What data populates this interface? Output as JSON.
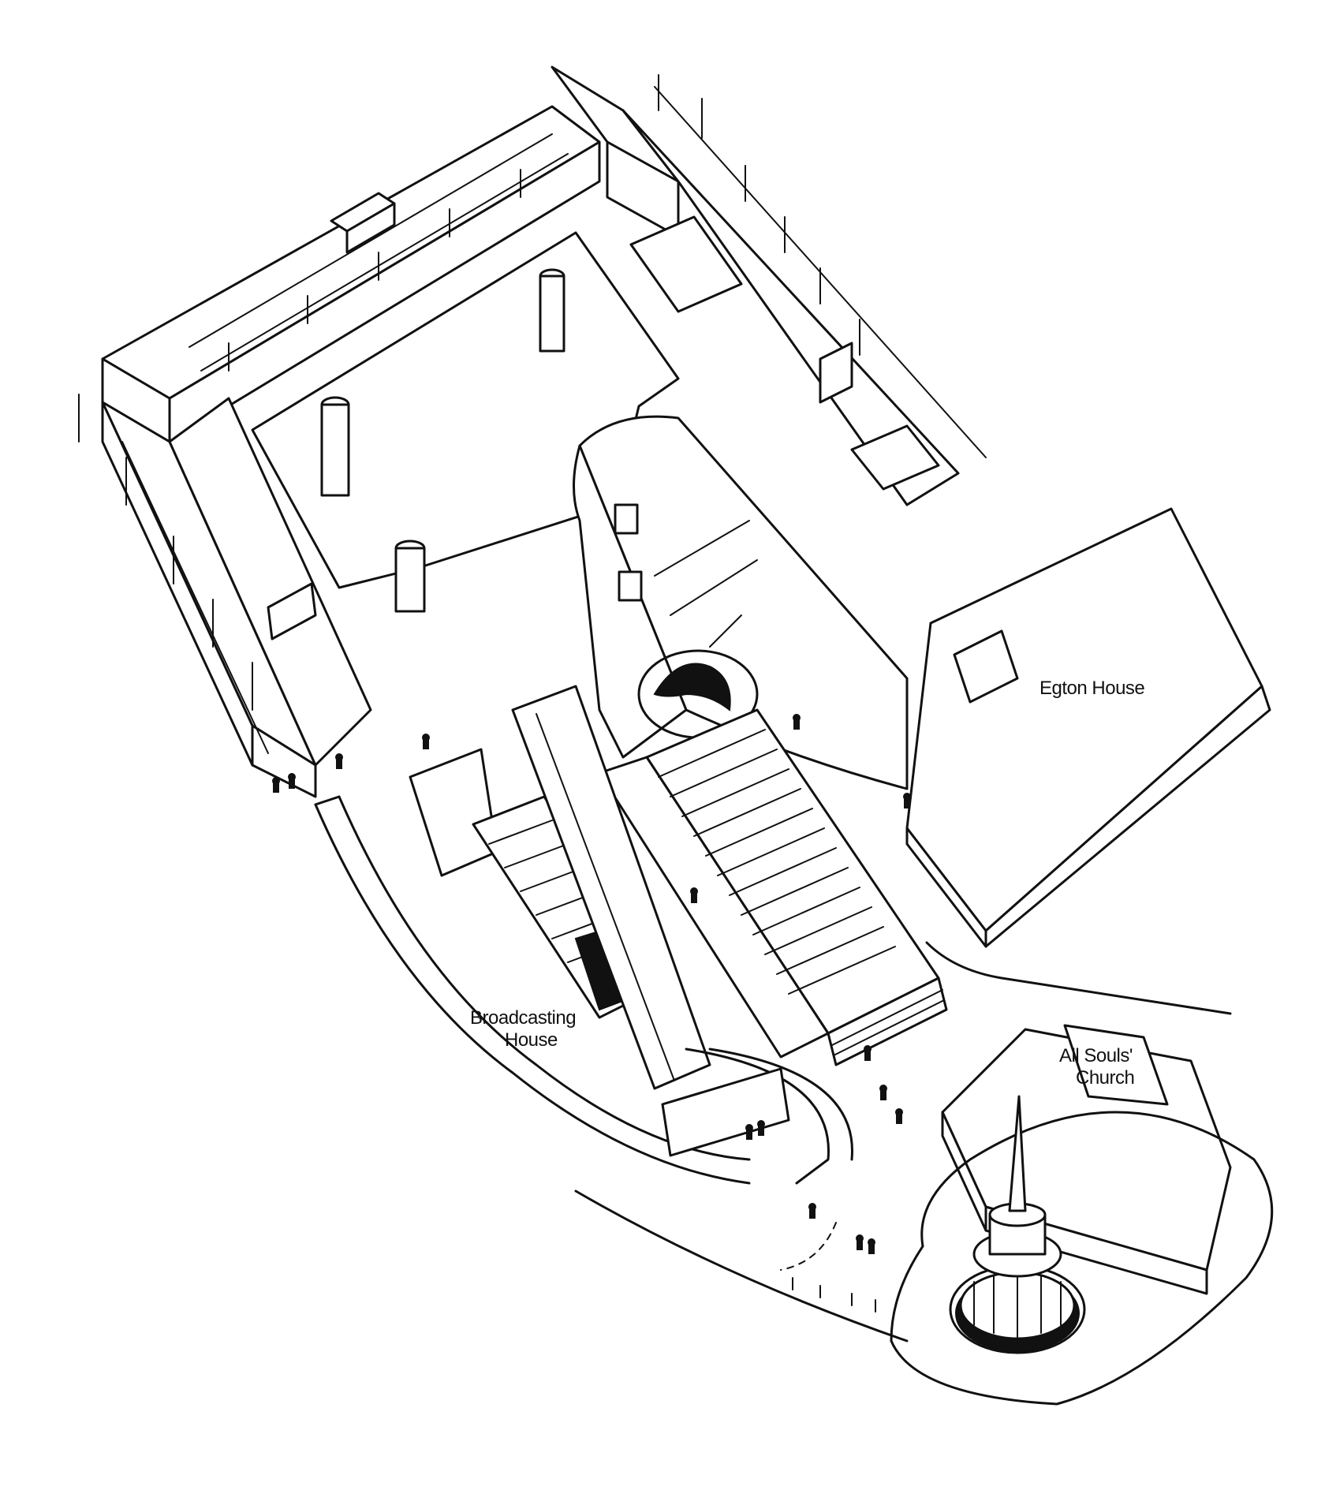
{
  "labels": {
    "egton_house": "Egton House",
    "broadcasting_house_line1": "Broadcasting",
    "broadcasting_house_line2": "House",
    "all_souls_line1": "All Souls'",
    "all_souls_line2": "Church"
  }
}
